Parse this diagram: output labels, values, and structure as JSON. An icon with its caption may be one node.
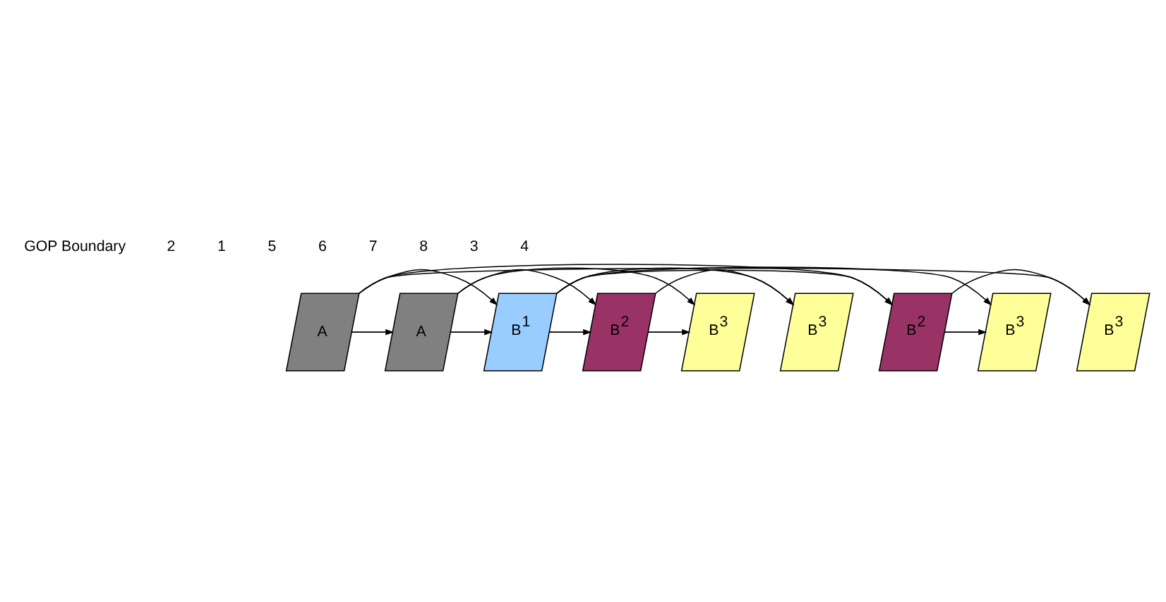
{
  "diagram": {
    "nodes": [
      {
        "text": [
          "A"
        ]
      },
      {
        "text": [
          "B$^{3}$"
        ]
      },
      {
        "text": [
          "B$^{2}$"
        ]
      },
      {
        "text": [
          "B$^{3}$"
        ]
      },
      {
        "text": [
          "B$^{1}$"
        ]
      },
      {
        "text": [
          "B$^{3}$"
        ]
      },
      {
        "text": [
          "B$^{2}$"
        ]
      },
      {
        "text": [
          "B$^{3}$"
        ]
      },
      {
        "text": [
          "A"
        ]
      }
    ],
    "edges": [
      {
        "from": 0,
        "to": 8,
        "arrow": "to"
      },
      {
        "from": 0,
        "to": 4,
        "arrow": "to"
      },
      {
        "from": 8,
        "to": 4,
        "arrow": "to"
      },
      {
        "from": 0,
        "to": 2,
        "arrow": "to"
      },
      {
        "from": 4,
        "to": 2,
        "arrow": "to"
      },
      {
        "from": 4,
        "to": 6,
        "arrow": "to"
      },
      {
        "from": 8,
        "to": 6,
        "arrow": "to"
      },
      {
        "from": 0,
        "to": 1,
        "arrow": "to"
      },
      {
        "from": 2,
        "to": 1,
        "arrow": "to"
      },
      {
        "from": 2,
        "to": 3,
        "arrow": "to"
      },
      {
        "from": 4,
        "to": 3,
        "arrow": "to"
      },
      {
        "from": 4,
        "to": 5,
        "arrow": "to"
      },
      {
        "from": 6,
        "to": 5,
        "arrow": "to"
      },
      {
        "from": 6,
        "to": 7,
        "arrow": "to"
      },
      {
        "from": 8,
        "to": 7,
        "arrow": "to"
      }
    ],
    "labels": [
      "GOP Boundary",
      "2",
      "1",
      "5",
      "6",
      "7",
      "8",
      "3",
      "4"
    ]
  }
}
